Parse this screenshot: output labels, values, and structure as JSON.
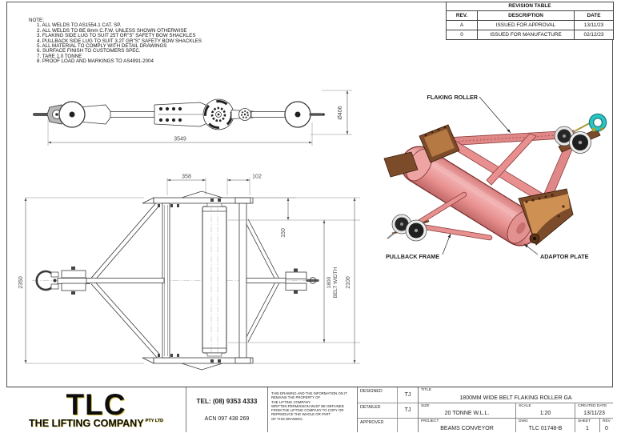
{
  "notes": {
    "heading": "NOTE:",
    "items": [
      "1. ALL WELDS TO AS1554.1 CAT. SP.",
      "2. ALL WELDS TO BE 8mm C.F.W. UNLESS SHOWN OTHERWISE",
      "3. FLAKING SIDE LUG TO SUIT 25T GR\"S\" SAFETY BOW SHACKLES",
      "4. PULLBACK SIDE LUG TO SUIT 3.2T GR\"S\" SAFETY BOW SHACKLES",
      "5. ALL MATERIAL TO COMPLY WITH DETAIL DRAWINGS",
      "6. SURFACE FINISH TO CUSTOMERS SPEC.",
      "7. TARE 1.0 TONNE",
      "8. PROOF LOAD AND MARKINGS TO AS4991-2004"
    ]
  },
  "revision_table": {
    "title": "REVISION TABLE",
    "headers": {
      "rev": "REV.",
      "description": "DESCRIPTION",
      "date": "DATE"
    },
    "rows": [
      {
        "rev": "A",
        "description": "ISSUED FOR APPROVAL",
        "date": "13/11/23"
      },
      {
        "rev": "0",
        "description": "ISSUED FOR MANUFACTURE",
        "date": "02/12/23"
      }
    ]
  },
  "side_view": {
    "length": "3549",
    "diameter": "Ø406"
  },
  "plan_view": {
    "dim_358": "358",
    "dim_102": "102",
    "dim_150": "150",
    "dim_2350": "2350",
    "dim_1800": "1800",
    "belt_width_label": "BELT WIDTH",
    "dim_2100": "2100"
  },
  "iso_view": {
    "labels": {
      "flaking_roller": "FLAKING ROLLER",
      "pullback_frame": "PULLBACK FRAME",
      "adaptor_plate": "ADAPTOR PLATE"
    },
    "colors": {
      "roller": "#E89090",
      "frame": "#E08888",
      "plate": "#7C4B2A",
      "copper": "#C98A50",
      "shackle": "#2BC4C4",
      "wheel": "#262626"
    }
  },
  "title_block": {
    "company": {
      "logo": "TLC",
      "name": "THE LIFTING COMPANY",
      "suffix": "PTY LTD",
      "tel": "TEL: (08) 9353 4333",
      "acn": "ACN 097 438 269"
    },
    "disclaimer": [
      "THIS DRAWING AND THE INFORMATION ON IT",
      "REMAINS THE PROPERTY OF",
      "THE LIFTING COMPANY.",
      "WRITTEN PERMISSION MUST BE OBTAINED",
      "FROM THE LIFTING COMPANY TO COPY OR",
      "REPRODUCE THE WHOLE OR PART",
      "OF THIS DRAWING."
    ],
    "approvals": [
      {
        "label": "DESIGNED",
        "value": "TJ"
      },
      {
        "label": "DETAILED",
        "value": "TJ"
      },
      {
        "label": "APPROVED",
        "value": ""
      }
    ],
    "fields": {
      "title_label": "TITLE",
      "title": "1800MM WIDE BELT FLAKING ROLLER GA",
      "size_label": "SIZE",
      "size": "20 TONNE W.L.L.",
      "scale_label": "SCALE",
      "scale": "1:20",
      "created_label": "CREATED DATE",
      "created": "13/11/23",
      "project_label": "PROJECT",
      "project": "BEAMS CONVEYOR",
      "dwg_label": "DWG",
      "dwg": "TLC 01748-B",
      "sheet_label": "SHEET",
      "sheet": "1",
      "rev_label": "REV",
      "rev": "0"
    }
  }
}
